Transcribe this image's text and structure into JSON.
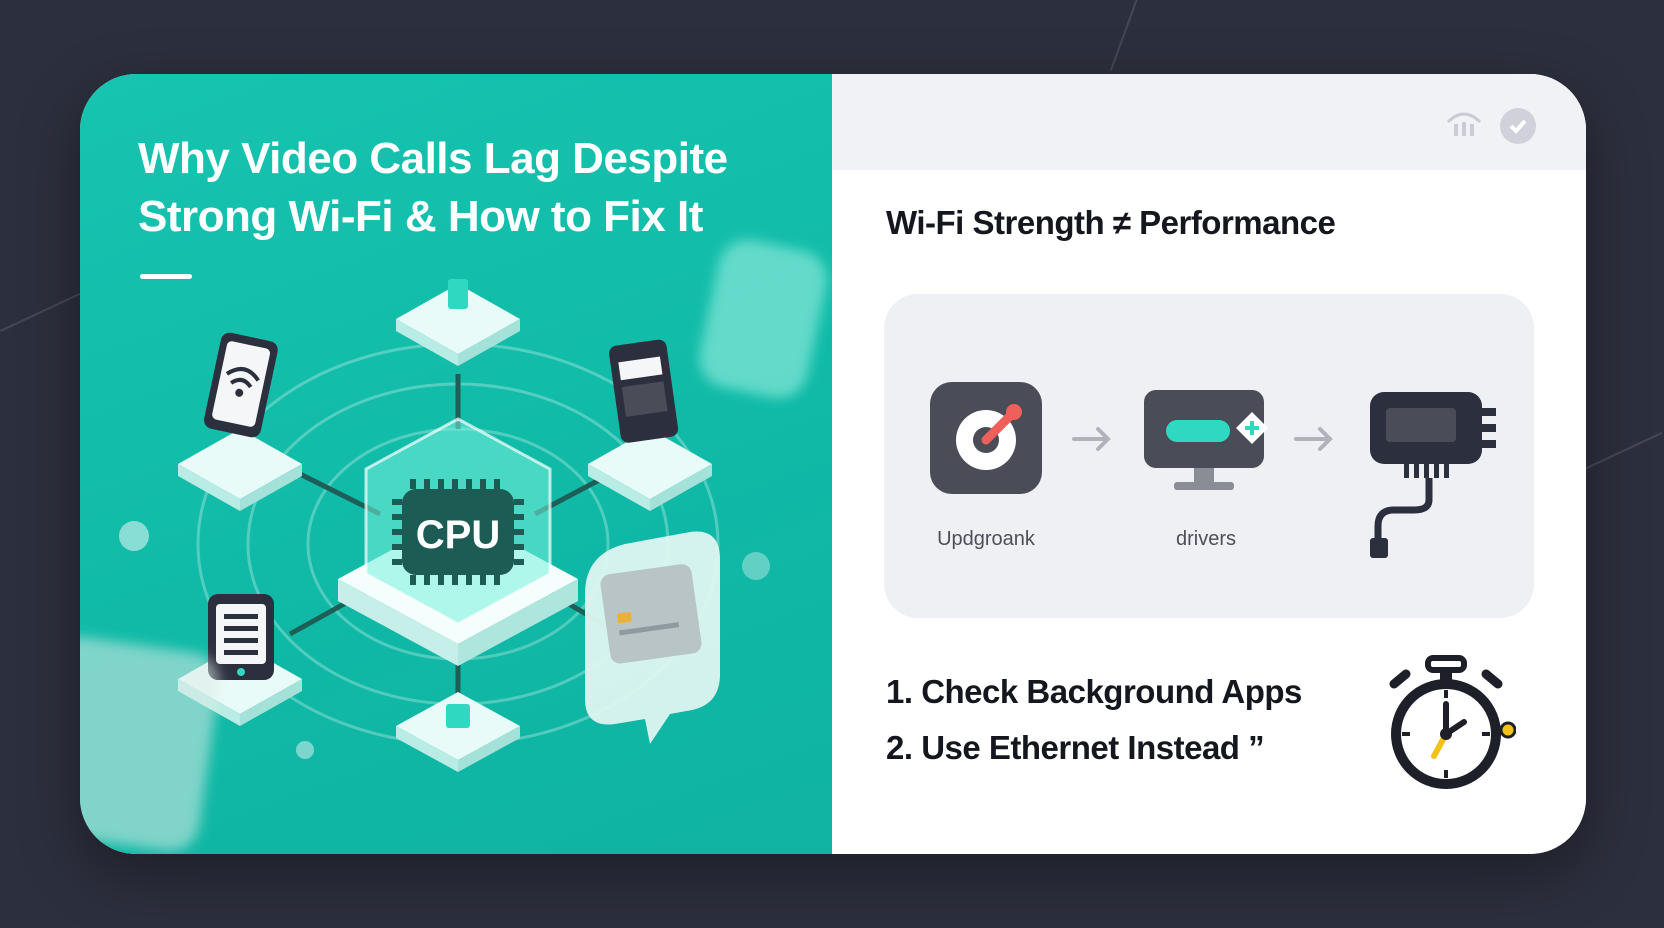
{
  "hero": {
    "title": "Why Video Calls Lag Despite Strong Wi-Fi & How to Fix It",
    "center_chip_label": "CPU"
  },
  "right_panel": {
    "section_title": "Wi-Fi Strength ≠ Performance",
    "flow_steps": [
      {
        "label": "Updgroank",
        "icon": "speed-dial-icon"
      },
      {
        "label": "drivers",
        "icon": "monitor-icon"
      },
      {
        "label": "",
        "icon": "network-adapter-icon"
      }
    ],
    "tips": [
      "1. Check Background Apps",
      "2. Use Ethernet Instead ”"
    ]
  },
  "colors": {
    "background": "#2c2f3d",
    "teal": "#17c4b0",
    "dark_icon": "#4a4d57",
    "accent_red": "#f0605a",
    "accent_yellow": "#f2c21b"
  }
}
